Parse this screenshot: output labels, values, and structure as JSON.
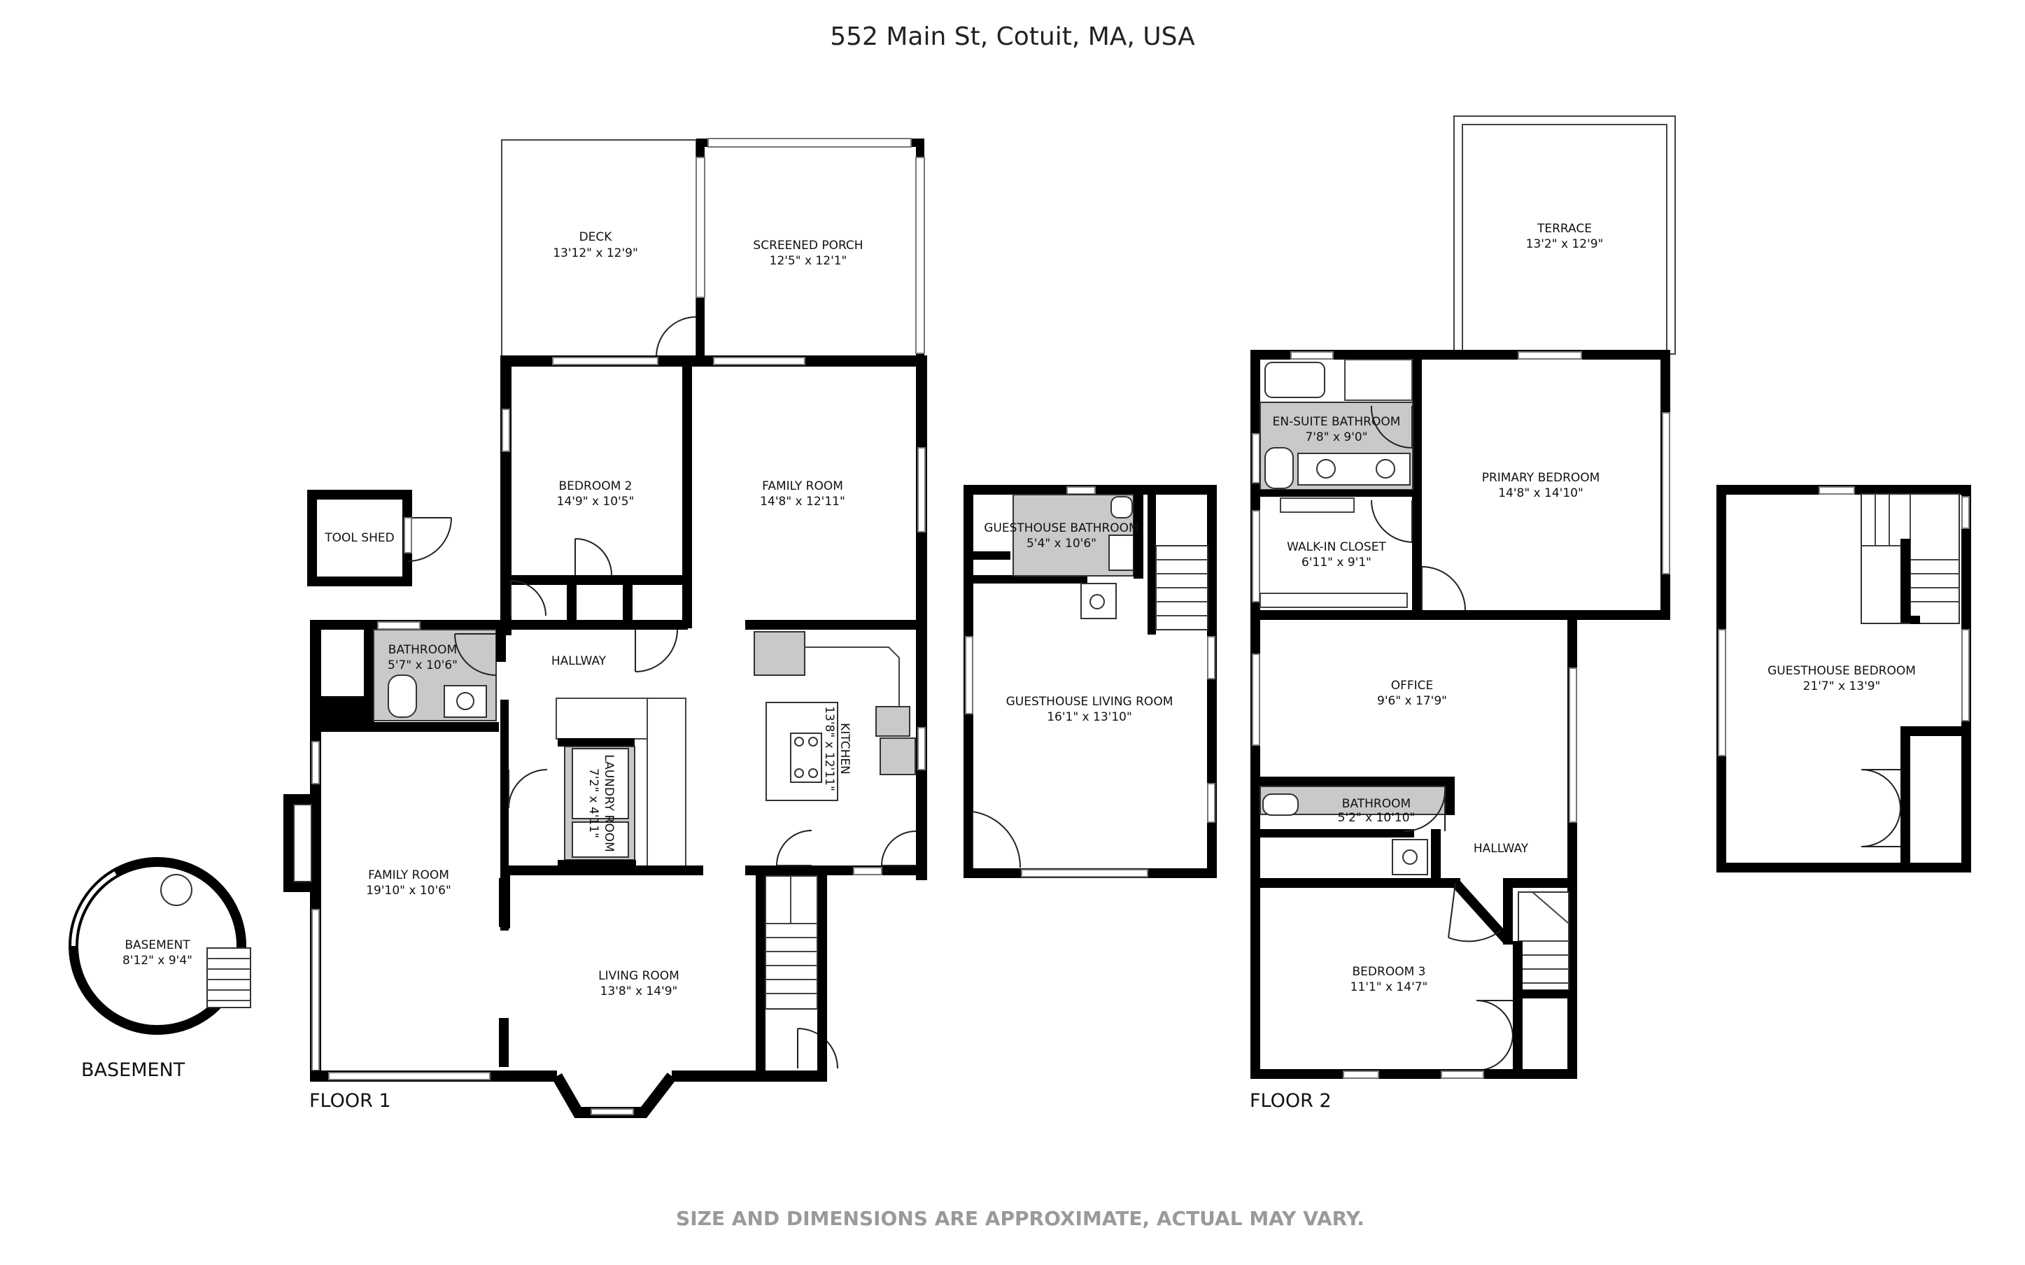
{
  "address": "552 Main St, Cotuit, MA, USA",
  "disclaimer": "SIZE AND DIMENSIONS ARE APPROXIMATE, ACTUAL MAY VARY.",
  "floors": {
    "basement": "BASEMENT",
    "floor1": "FLOOR 1",
    "floor2": "FLOOR 2"
  },
  "rooms": {
    "deck": {
      "name": "DECK",
      "dim": "13'12\" x 12'9\""
    },
    "screened_porch": {
      "name": "SCREENED PORCH",
      "dim": "12'5\" x 12'1\""
    },
    "bedroom2": {
      "name": "BEDROOM 2",
      "dim": "14'9\" x 10'5\""
    },
    "family_room_upper": {
      "name": "FAMILY ROOM",
      "dim": "14'8\" x 12'11\""
    },
    "tool_shed": {
      "name": "TOOL SHED"
    },
    "bathroom_f1": {
      "name": "BATHROOM",
      "dim": "5'7\" x 10'6\""
    },
    "hallway_f1": {
      "name": "HALLWAY"
    },
    "kitchen": {
      "name": "KITCHEN",
      "dim": "13'8\" x 12'11\""
    },
    "laundry": {
      "name": "LAUNDRY ROOM",
      "dim": "7'2\" x 4'11\""
    },
    "family_room_lower": {
      "name": "FAMILY ROOM",
      "dim": "19'10\" x 10'6\""
    },
    "living_room": {
      "name": "LIVING ROOM",
      "dim": "13'8\" x 14'9\""
    },
    "basement_room": {
      "name": "BASEMENT",
      "dim": "8'12\" x 9'4\""
    },
    "gh_bathroom": {
      "name": "GUESTHOUSE BATHROOM",
      "dim": "5'4\" x 10'6\""
    },
    "gh_living": {
      "name": "GUESTHOUSE LIVING ROOM",
      "dim": "16'1\" x 13'10\""
    },
    "terrace": {
      "name": "TERRACE",
      "dim": "13'2\" x 12'9\""
    },
    "ensuite": {
      "name": "EN-SUITE BATHROOM",
      "dim": "7'8\" x 9'0\""
    },
    "primary_bedroom": {
      "name": "PRIMARY BEDROOM",
      "dim": "14'8\" x 14'10\""
    },
    "walkin_closet": {
      "name": "WALK-IN CLOSET",
      "dim": "6'11\" x 9'1\""
    },
    "office": {
      "name": "OFFICE",
      "dim": "9'6\" x 17'9\""
    },
    "bathroom_f2": {
      "name": "BATHROOM",
      "dim": "5'2\" x 10'10\""
    },
    "hallway_f2": {
      "name": "HALLWAY"
    },
    "bedroom3": {
      "name": "BEDROOM 3",
      "dim": "11'1\" x 14'7\""
    },
    "gh_bedroom": {
      "name": "GUESTHOUSE BEDROOM",
      "dim": "21'7\" x 13'9\""
    }
  }
}
